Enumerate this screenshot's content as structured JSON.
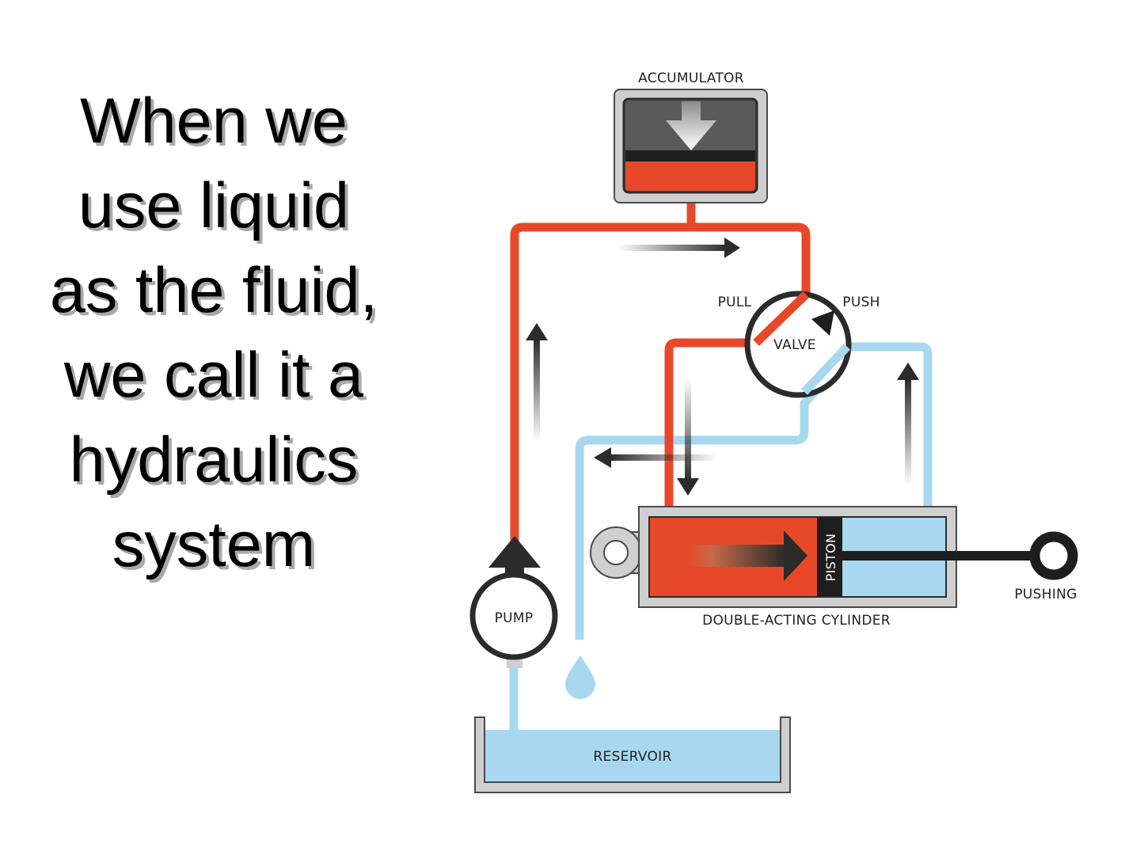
{
  "slide": {
    "lines": [
      "When we",
      "use liquid",
      "as the fluid,",
      "we call it a",
      "hydraulics",
      "system"
    ]
  },
  "diagram": {
    "labels": {
      "accumulator": "ACCUMULATOR",
      "pull": "PULL",
      "push": "PUSH",
      "valve": "VALVE",
      "piston": "PISTON",
      "pushing": "PUSHING",
      "cylinder": "DOUBLE-ACTING CYLINDER",
      "pump": "PUMP",
      "reservoir": "RESERVOIR"
    },
    "colors": {
      "pressure_fluid": "#e8482a",
      "return_fluid": "#a7d8f0",
      "frame": "#c9c9c9",
      "outline": "#2b2b2b"
    }
  }
}
